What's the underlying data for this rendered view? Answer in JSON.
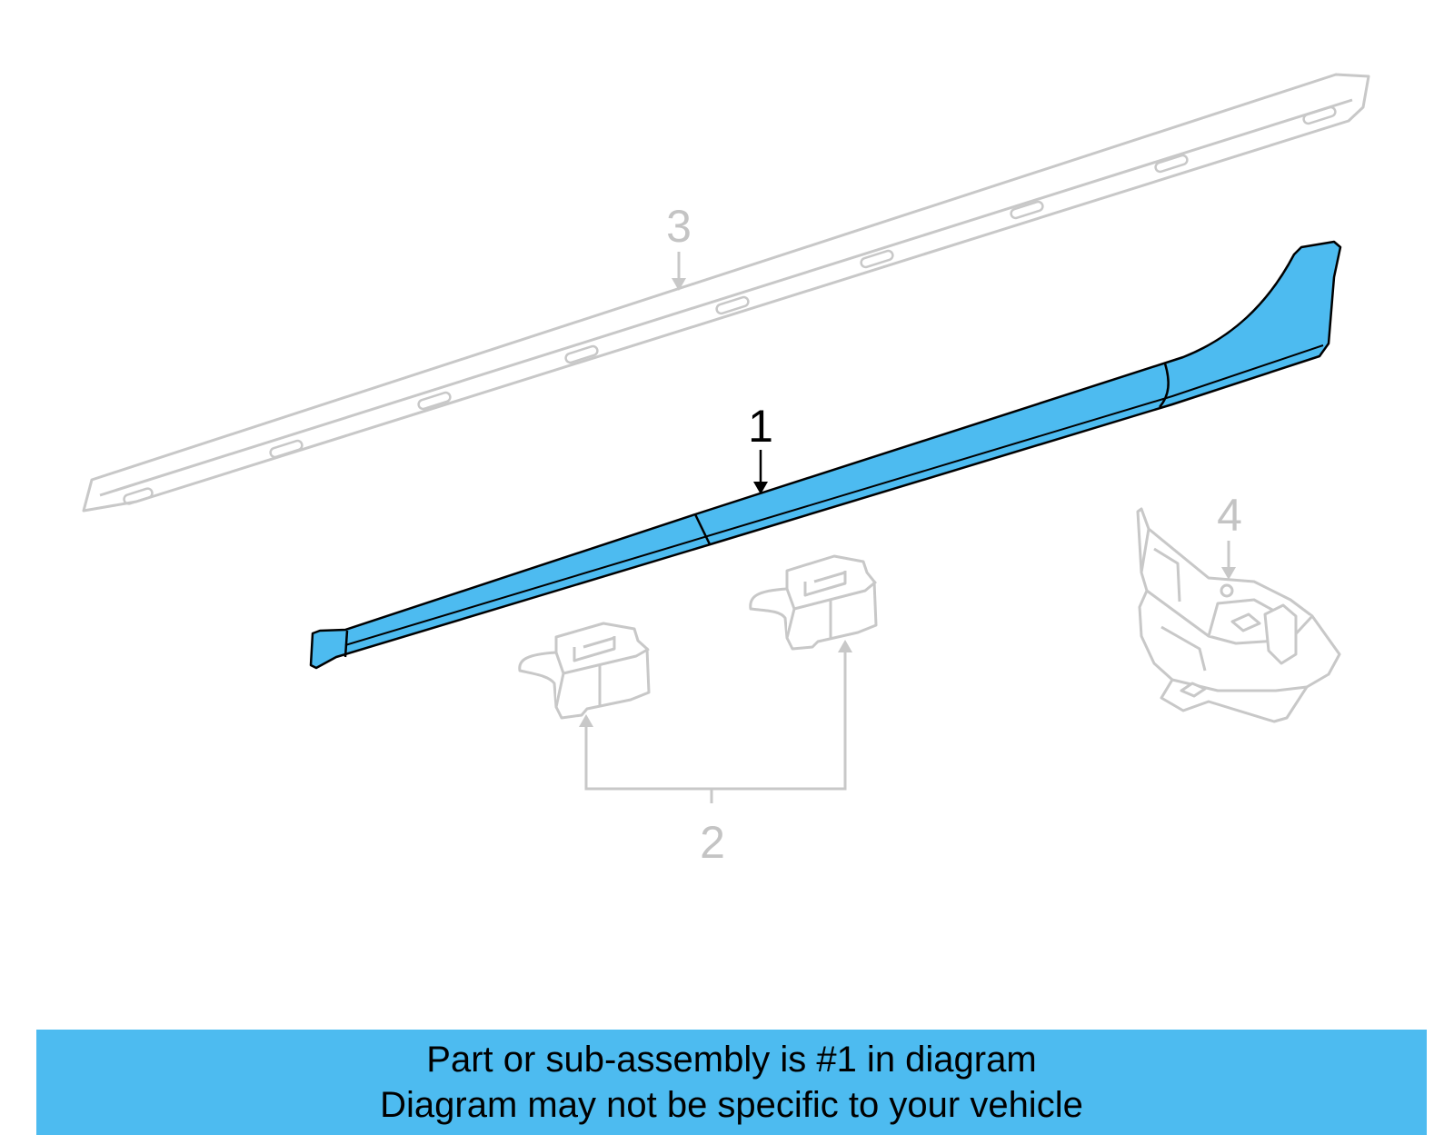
{
  "callouts": {
    "part1": "1",
    "part2": "2",
    "part3": "3",
    "part4": "4"
  },
  "banner": {
    "line1": "Part or sub-assembly is #1 in diagram",
    "line2": "Diagram may not be specific to your vehicle"
  },
  "colors": {
    "highlight_part": "#4dbbf0",
    "banner_background": "#4dbbf0",
    "ghost_part_stroke": "#c8c8c8",
    "ghost_label": "#c4c4c4",
    "active_label": "#000000"
  }
}
